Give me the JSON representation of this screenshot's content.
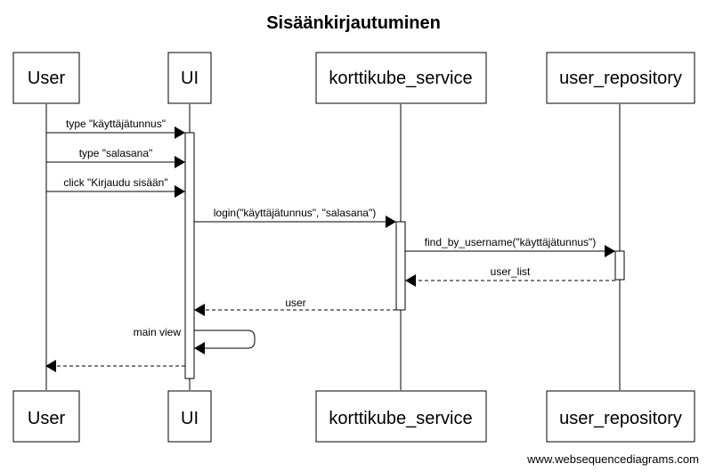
{
  "title": "Sisäänkirjautuminen",
  "watermark": "www.websequencediagrams.com",
  "participants": [
    "User",
    "UI",
    "korttikube_service",
    "user_repository"
  ],
  "messages": [
    {
      "from": 0,
      "to": 1,
      "label": "type \"käyttäjätunnus\"",
      "style": "solid"
    },
    {
      "from": 0,
      "to": 1,
      "label": "type \"salasana\"",
      "style": "solid"
    },
    {
      "from": 0,
      "to": 1,
      "label": "click \"Kirjaudu sisään\"",
      "style": "solid"
    },
    {
      "from": 1,
      "to": 2,
      "label": "login(\"käyttäjätunnus\", \"salasana\")",
      "style": "solid"
    },
    {
      "from": 2,
      "to": 3,
      "label": "find_by_username(\"käyttäjätunnus\")",
      "style": "solid"
    },
    {
      "from": 3,
      "to": 2,
      "label": "user_list",
      "style": "dashed"
    },
    {
      "from": 2,
      "to": 1,
      "label": "user",
      "style": "dashed"
    },
    {
      "from": 1,
      "to": 1,
      "label": "main view",
      "style": "solid"
    },
    {
      "from": 1,
      "to": 0,
      "label": "",
      "style": "dashed"
    }
  ],
  "colors": {
    "line": "#000000",
    "background": "#ffffff"
  }
}
